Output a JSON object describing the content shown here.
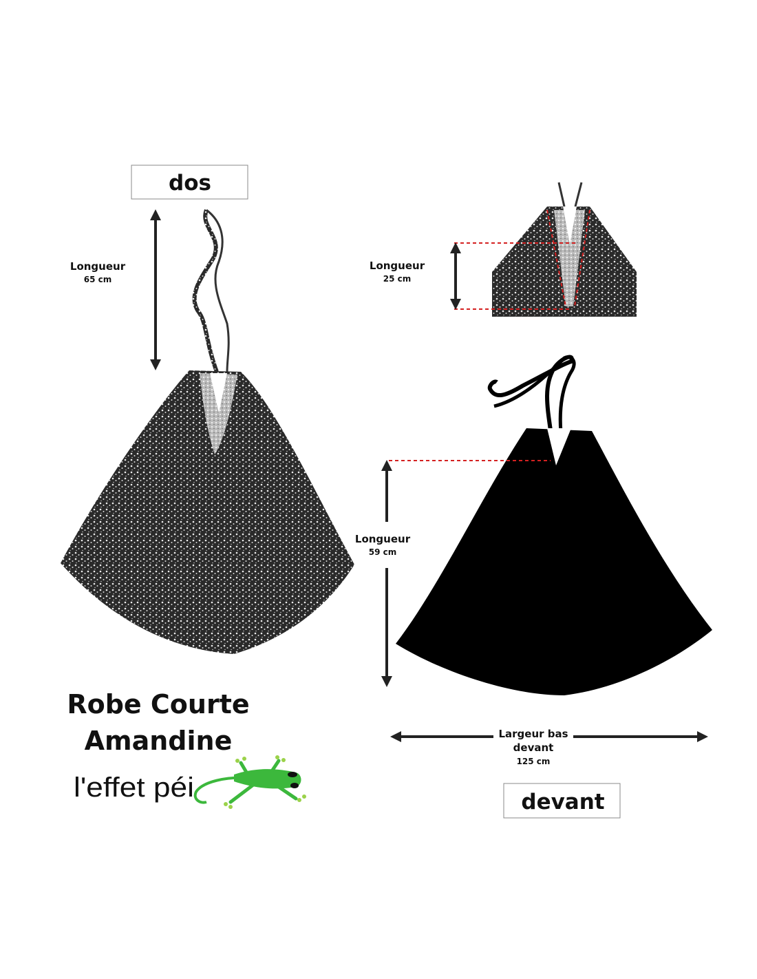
{
  "back_view": {
    "label": "dos",
    "length_label": "Longueur",
    "length_value": "65 cm"
  },
  "front_detail": {
    "length_label": "Longueur",
    "length_value": "25 cm"
  },
  "front_view": {
    "label": "devant",
    "length_label": "Longueur",
    "length_value": "59 cm",
    "width_label_line1": "Largeur bas",
    "width_label_line2": "devant",
    "width_value": "125 cm"
  },
  "product": {
    "title_line1": "Robe Courte",
    "title_line2": "Amandine"
  },
  "brand": {
    "logo_text": "l'effet péi"
  },
  "colors": {
    "pattern_dark": "#2a2a2a",
    "dress_black": "#000000",
    "dashed_red": "#d42020",
    "gecko_green": "#3cb83c"
  }
}
